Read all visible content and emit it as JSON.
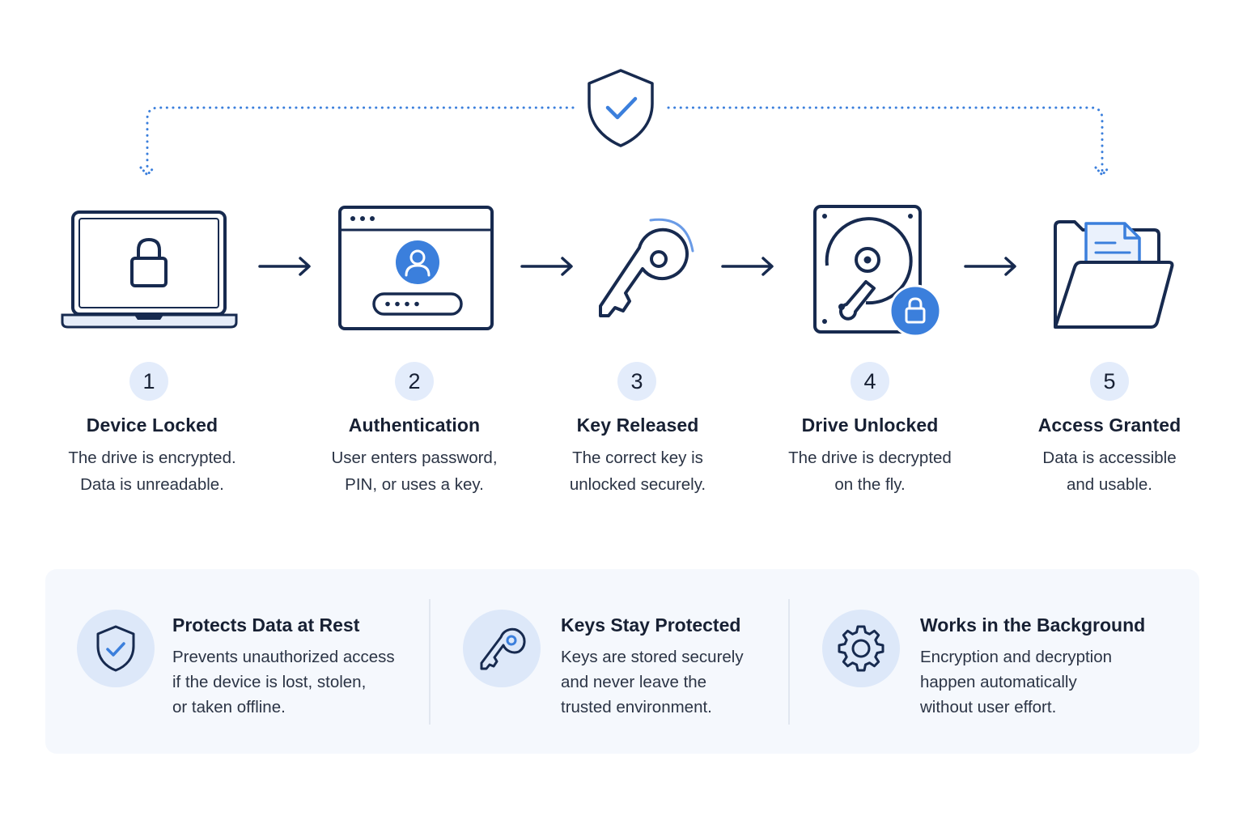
{
  "steps": [
    {
      "number": "1",
      "title": "Device Locked",
      "desc": [
        "The drive is encrypted.",
        "Data is unreadable."
      ],
      "icon": "laptop-lock-icon"
    },
    {
      "number": "2",
      "title": "Authentication",
      "desc": [
        "User enters password,",
        "PIN, or uses a key."
      ],
      "icon": "login-window-icon"
    },
    {
      "number": "3",
      "title": "Key Released",
      "desc": [
        "The correct key is",
        "unlocked securely."
      ],
      "icon": "key-icon"
    },
    {
      "number": "4",
      "title": "Drive Unlocked",
      "desc": [
        "The drive is decrypted",
        "on the fly."
      ],
      "icon": "hard-drive-lock-icon"
    },
    {
      "number": "5",
      "title": "Access Granted",
      "desc": [
        "Data is accessible",
        "and usable."
      ],
      "icon": "open-folder-icon"
    }
  ],
  "features": [
    {
      "title": "Protects Data at Rest",
      "desc": [
        "Prevents unauthorized access",
        "if the device is lost, stolen,",
        "or taken offline."
      ],
      "icon": "shield-check-icon"
    },
    {
      "title": "Keys Stay Protected",
      "desc": [
        "Keys are stored securely",
        "and never leave the",
        "trusted environment."
      ],
      "icon": "key-icon"
    },
    {
      "title": "Works in the Background",
      "desc": [
        "Encryption and decryption",
        "happen automatically",
        "without user effort."
      ],
      "icon": "gear-icon"
    }
  ],
  "colors": {
    "accent": "#3b7fdc",
    "dark": "#172033",
    "badge": "#e3ecfb",
    "panel": "#f5f8fd"
  }
}
